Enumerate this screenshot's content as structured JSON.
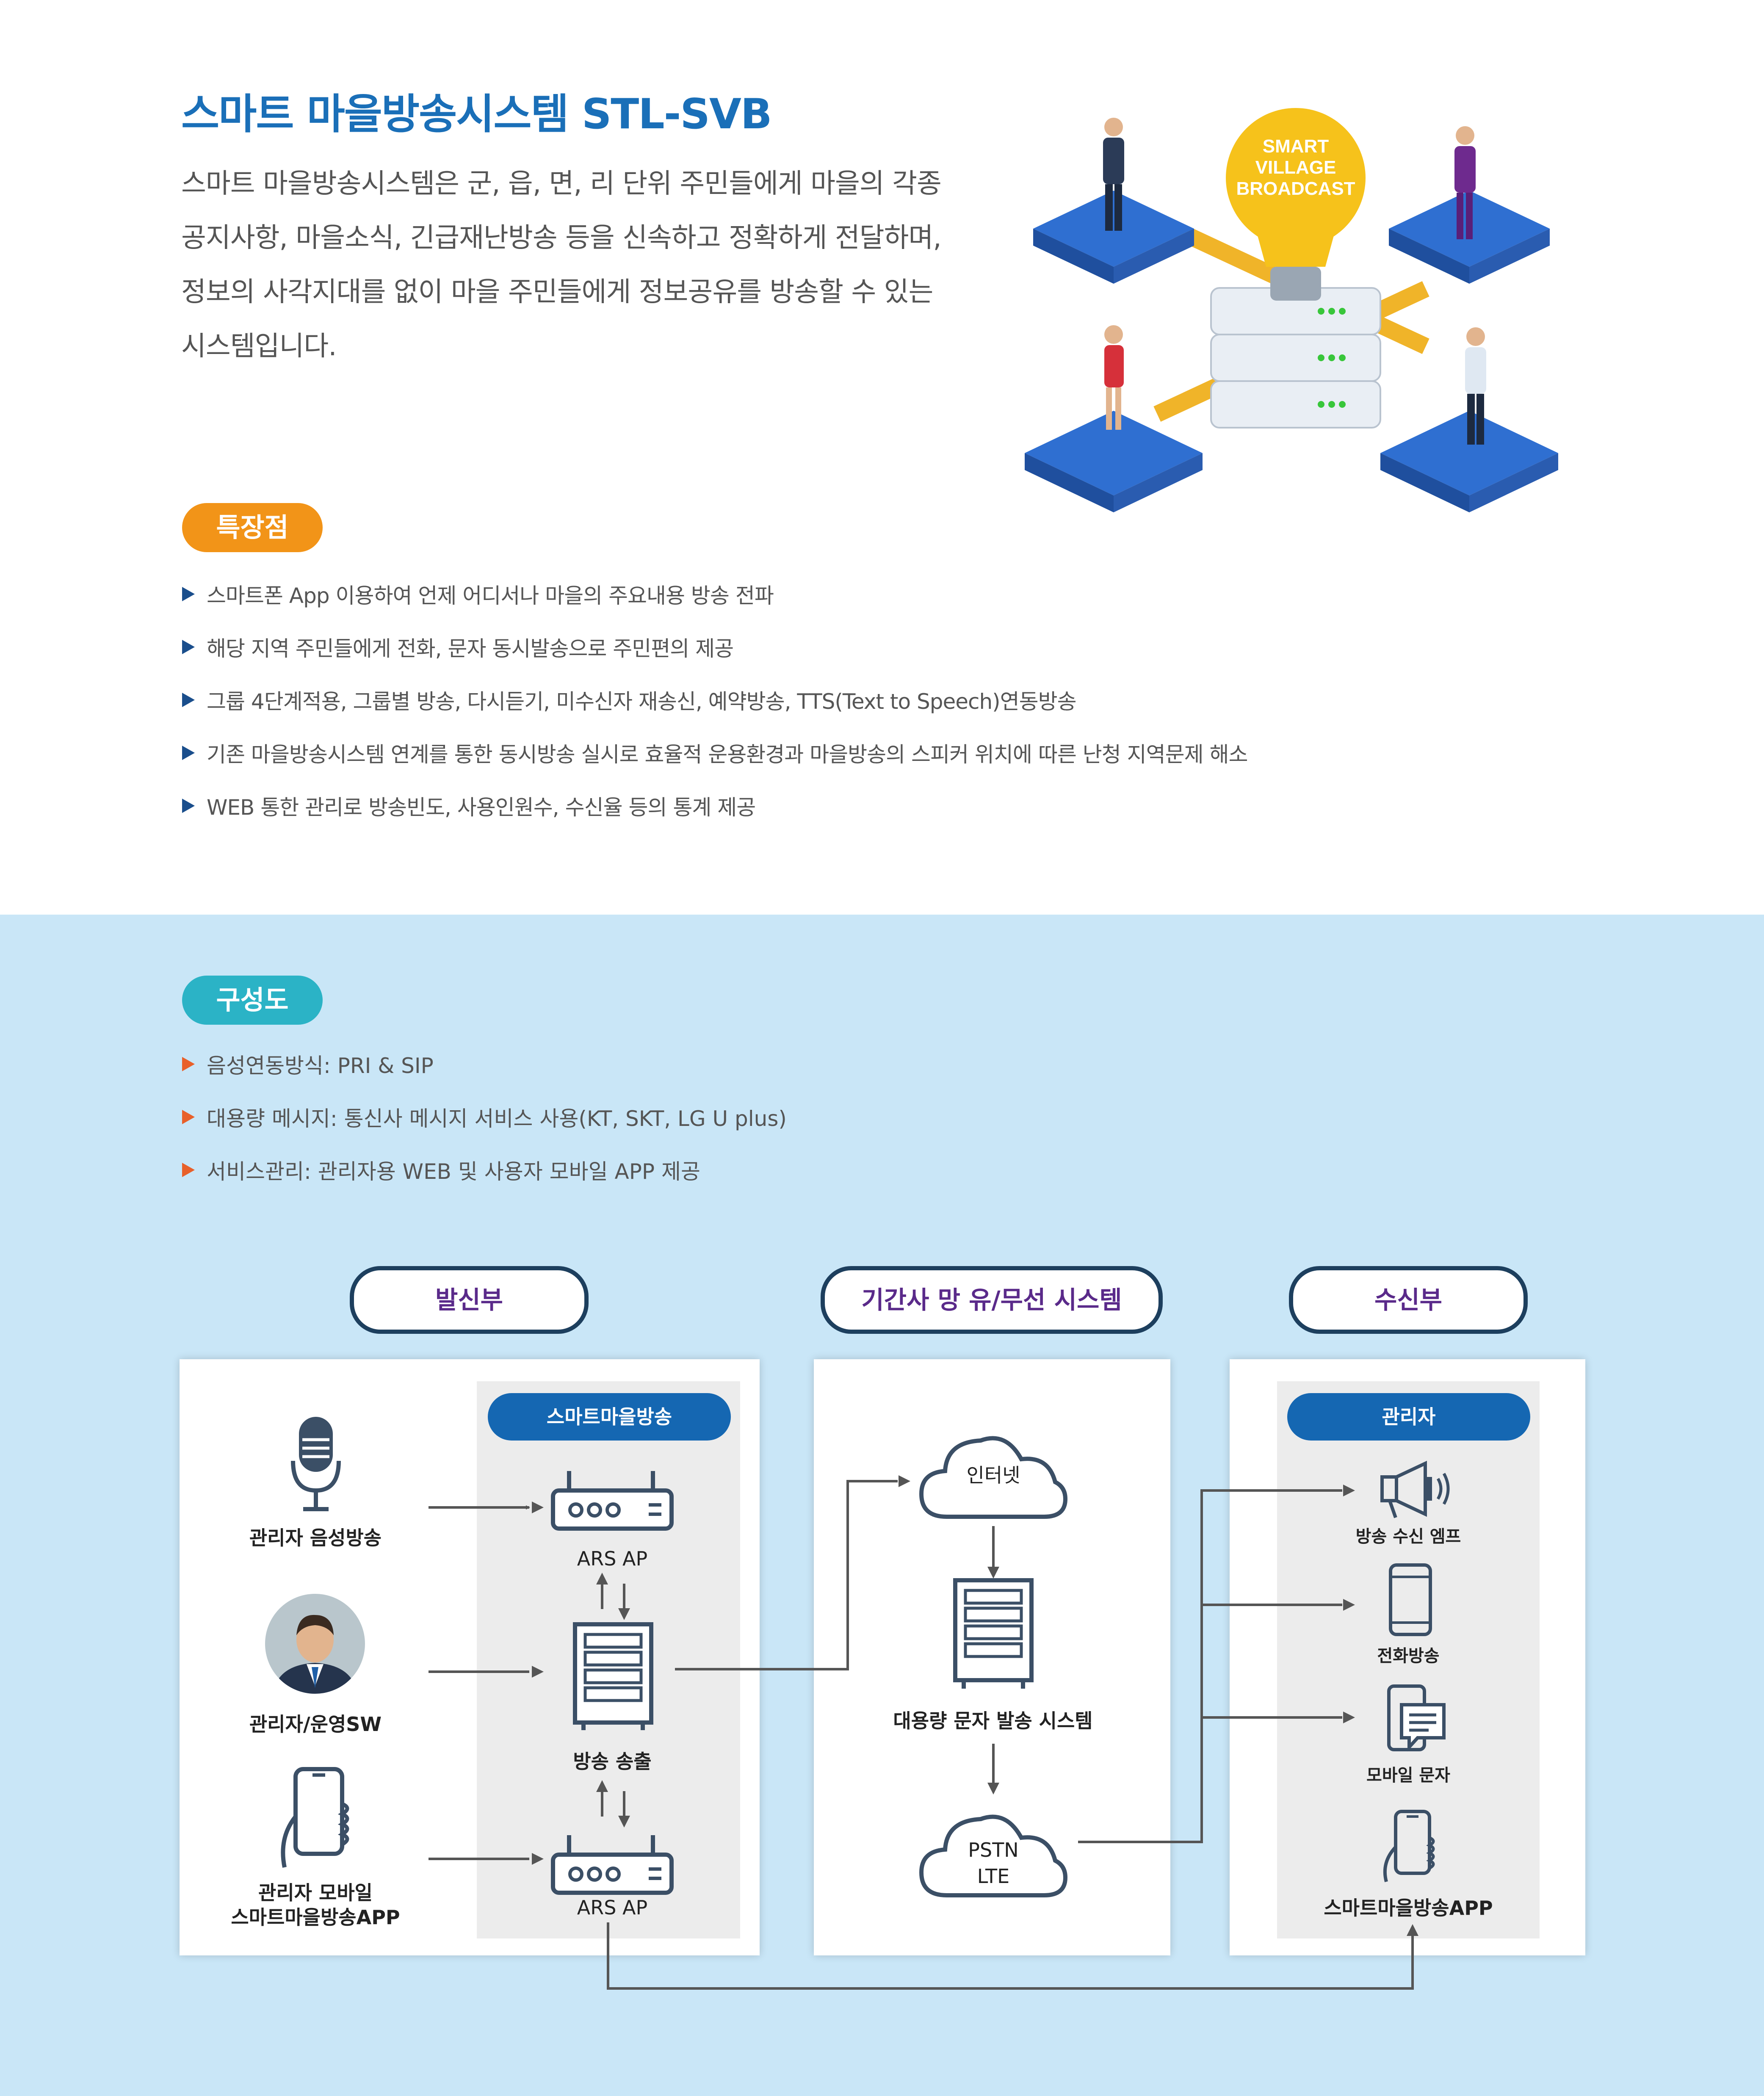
{
  "header": {
    "title": "스마트 마을방송시스템 STL-SVB",
    "description_lines": [
      "스마트 마을방송시스템은 군, 읍, 면, 리 단위 주민들에게 마을의 각종",
      "공지사항, 마을소식, 긴급재난방송 등을 신속하고 정확하게 전달하며,",
      "정보의 사각지대를 없이 마을 주민들에게 정보공유를 방송할 수 있는",
      "시스템입니다."
    ],
    "illustration_text": [
      "SMART",
      "VILLAGE",
      "BROADCAST"
    ]
  },
  "features": {
    "badge": "특장점",
    "items": [
      "스마트폰 App 이용하여 언제 어디서나 마을의 주요내용 방송 전파",
      "해당 지역 주민들에게 전화, 문자 동시발송으로 주민편의 제공",
      "그룹 4단계적용, 그룹별 방송, 다시듣기, 미수신자 재송신, 예약방송, TTS(Text to Speech)연동방송",
      "기존 마을방송시스템 연계를 통한 동시방송 실시로 효율적 운용환경과 마을방송의 스피커 위치에 따른 난청 지역문제 해소",
      "WEB 통한 관리로 방송빈도, 사용인원수, 수신율 등의 통계 제공"
    ]
  },
  "config": {
    "badge": "구성도",
    "items": [
      "음성연동방식: PRI & SIP",
      "대용량 메시지: 통신사 메시지 서비스 사용(KT, SKT, LG U plus)",
      "서비스관리:  관리자용 WEB 및 사용자 모바일 APP 제공"
    ]
  },
  "diagram": {
    "headers": [
      "발신부",
      "기간사 망 유/무선 시스템",
      "수신부"
    ],
    "sender": {
      "voice": "관리자 음성방송",
      "operator": "관리자/운영SW",
      "mobile_line1": "관리자 모바일",
      "mobile_line2": "스마트마을방송APP",
      "group_label": "스마트마을방송",
      "ars_ap_top": "ARS AP",
      "broadcast": "방송 송출",
      "ars_ap_bottom": "ARS AP"
    },
    "network": {
      "internet": "인터넷",
      "sms_system": "대용량 문자 발송 시스템",
      "pstn_line1": "PSTN",
      "pstn_line2": "LTE"
    },
    "receiver": {
      "group_label": "관리자",
      "amp": "방송 수신 엠프",
      "phone": "전화방송",
      "sms": "모바일 문자",
      "app": "스마트마을방송APP"
    }
  },
  "colors": {
    "title_blue": "#1a6fb8",
    "feature_orange": "#f29418",
    "config_teal": "#2bb3c6",
    "lower_bg": "#c9e6f7",
    "header_border": "#1d3f5e",
    "header_text": "#5a2a8a",
    "pill_blue": "#1567b2",
    "icon_dark": "#3b4f66"
  }
}
